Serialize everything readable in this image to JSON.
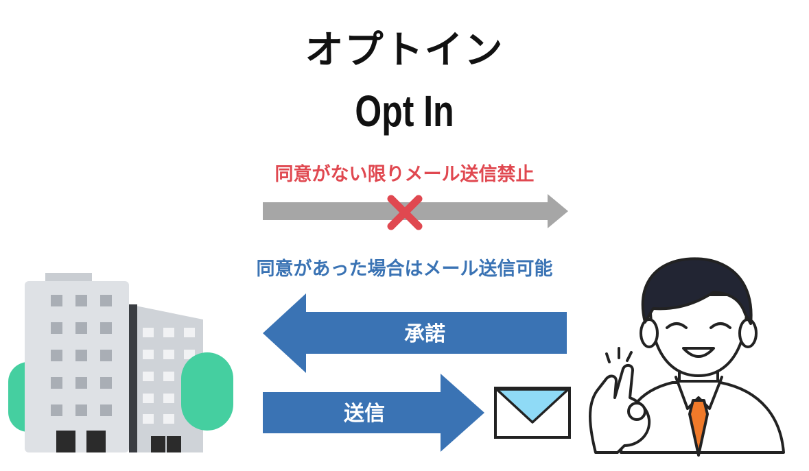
{
  "title": {
    "japanese": "オプトイン",
    "english": "Opt In"
  },
  "blocked_flow": {
    "caption": "同意がない限りメール送信禁止"
  },
  "allowed_flow": {
    "caption": "同意があった場合はメール送信可能",
    "approve_label": "承諾",
    "send_label": "送信"
  },
  "colors": {
    "blocked_caption": "#e04850",
    "allowed_caption": "#3a73b4",
    "gray_arrow": "#a6a6a6",
    "blue_arrow": "#3a73b4",
    "cross_mark": "#e04850",
    "envelope_flap": "#8fdaf6",
    "tree": "#45cfa0",
    "tie": "#f07a2a"
  },
  "icons": {
    "sender": "office-building-icon",
    "blocked": "cross-mark-icon",
    "mail": "envelope-icon",
    "recipient": "businessman-ok-gesture-icon"
  }
}
